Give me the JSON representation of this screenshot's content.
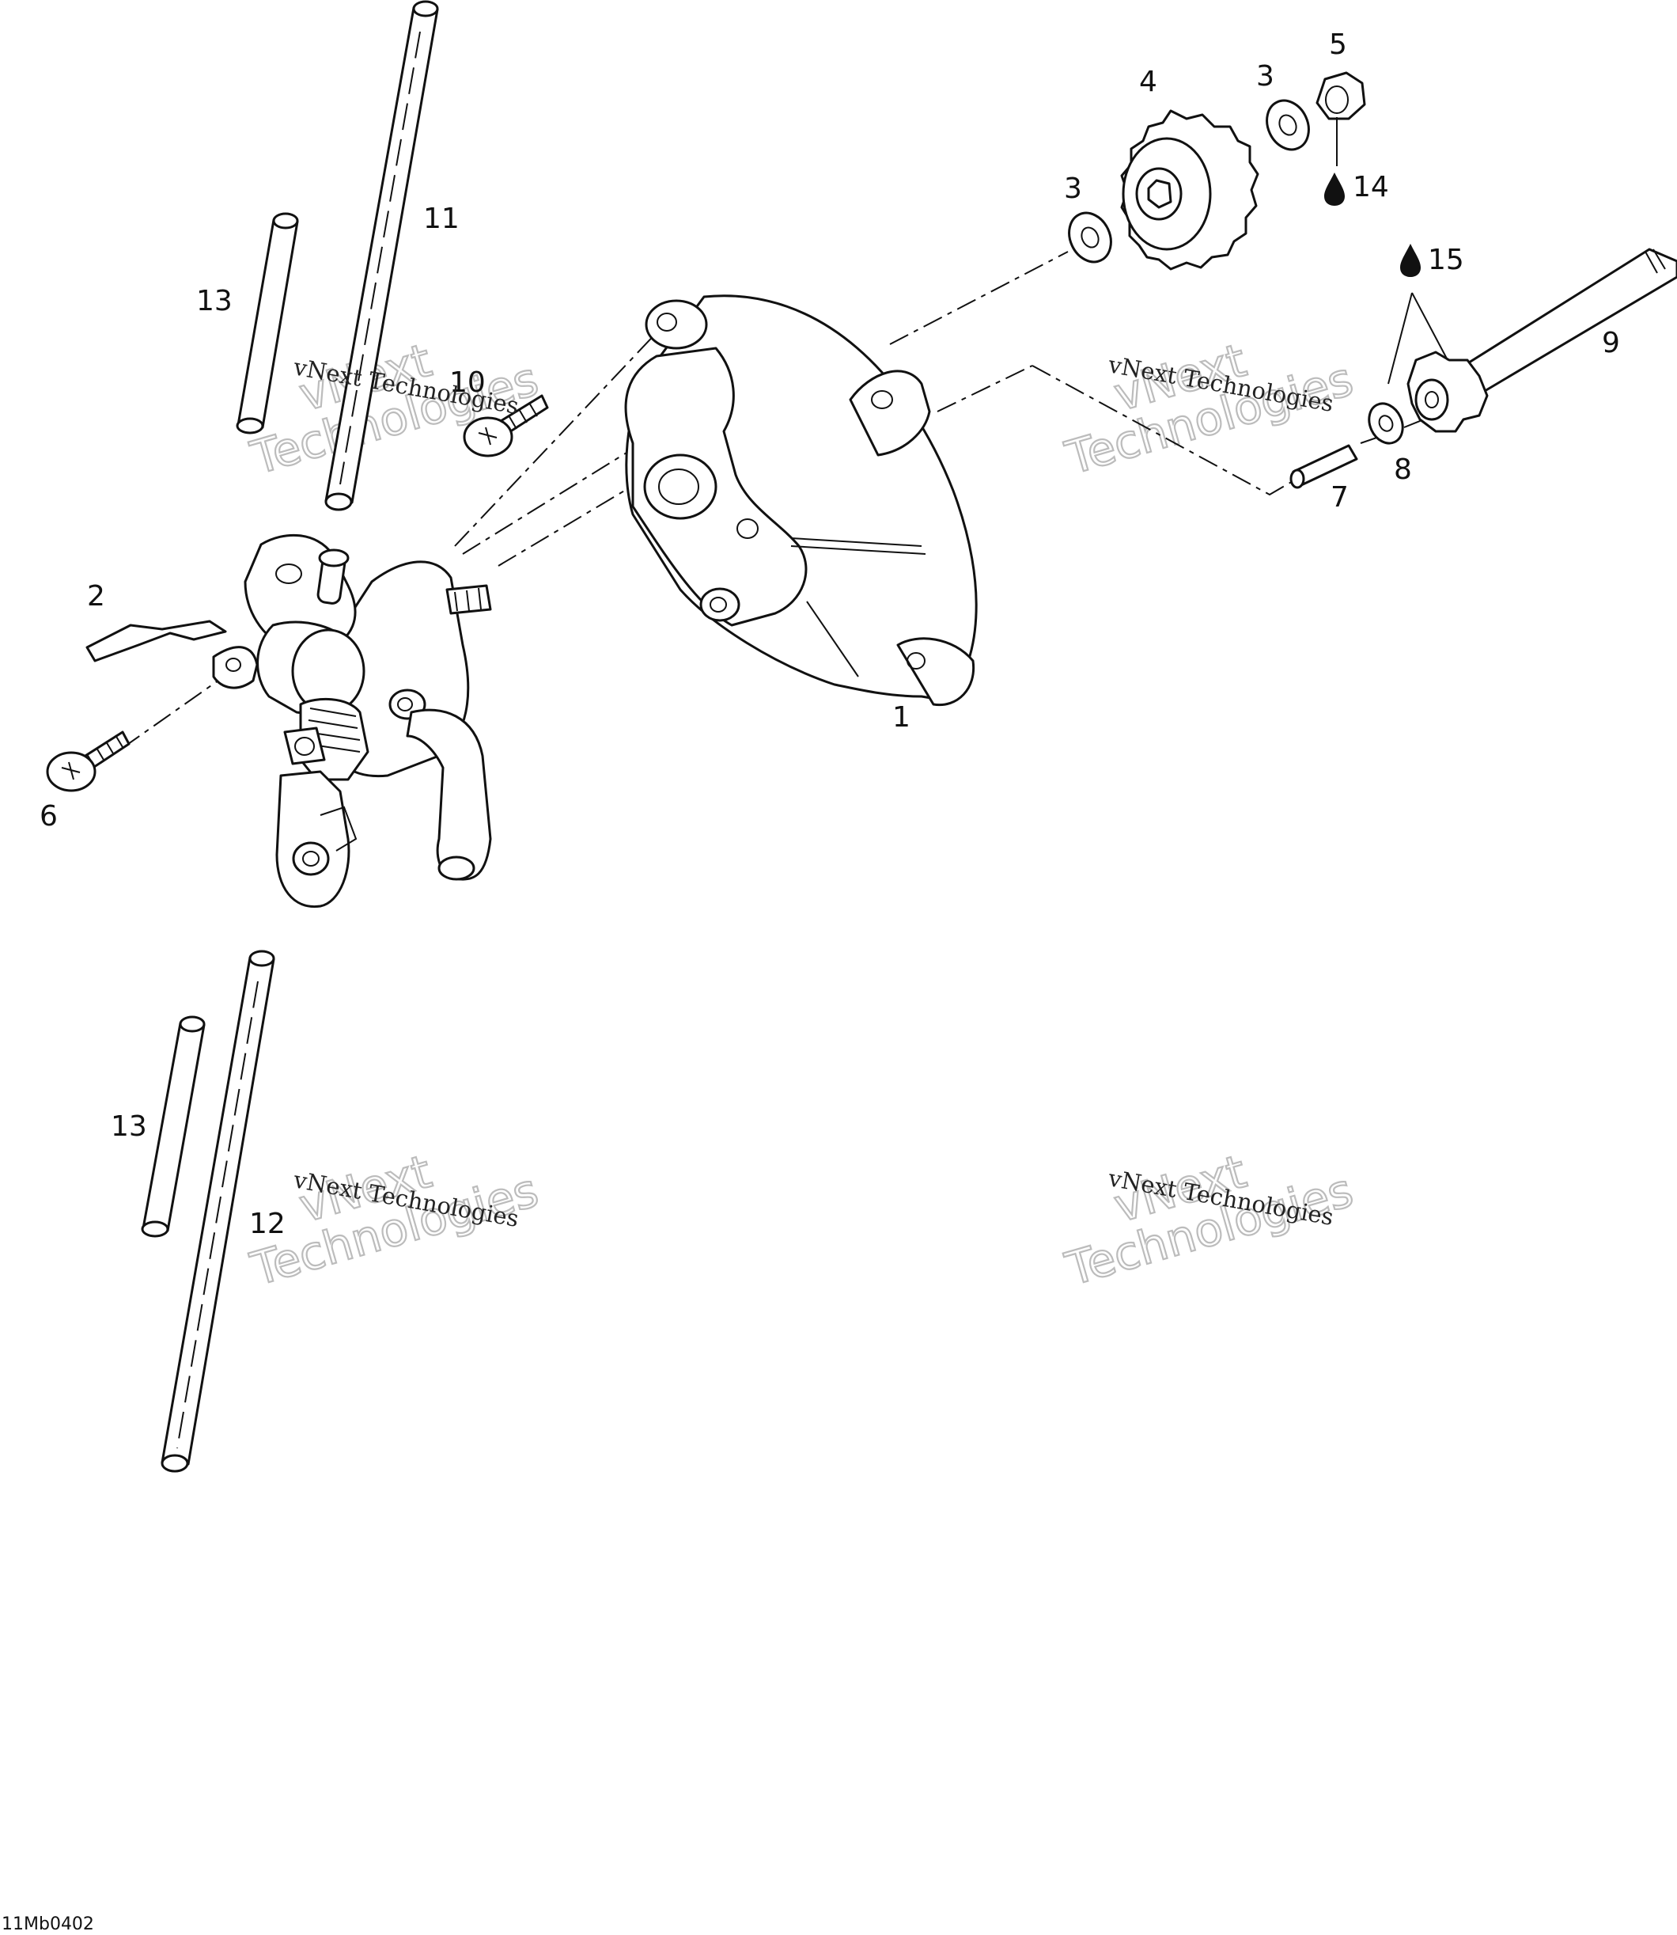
{
  "diagram": {
    "callouts": [
      {
        "id": "1",
        "text": "1"
      },
      {
        "id": "2",
        "text": "2"
      },
      {
        "id": "3a",
        "text": "3"
      },
      {
        "id": "3b",
        "text": "3"
      },
      {
        "id": "4",
        "text": "4"
      },
      {
        "id": "5",
        "text": "5"
      },
      {
        "id": "6",
        "text": "6"
      },
      {
        "id": "7",
        "text": "7"
      },
      {
        "id": "8",
        "text": "8"
      },
      {
        "id": "9",
        "text": "9"
      },
      {
        "id": "10",
        "text": "10"
      },
      {
        "id": "11",
        "text": "11"
      },
      {
        "id": "12",
        "text": "12"
      },
      {
        "id": "13a",
        "text": "13"
      },
      {
        "id": "13b",
        "text": "13"
      },
      {
        "id": "14",
        "text": "14"
      },
      {
        "id": "15",
        "text": "15"
      }
    ],
    "figure_code": "11Mb0402",
    "watermark_small": "vNext Technologies",
    "watermark_big_top": "vNext",
    "watermark_big_bottom": "Technologies",
    "lubricant_icon": "oil-drop-icon"
  }
}
